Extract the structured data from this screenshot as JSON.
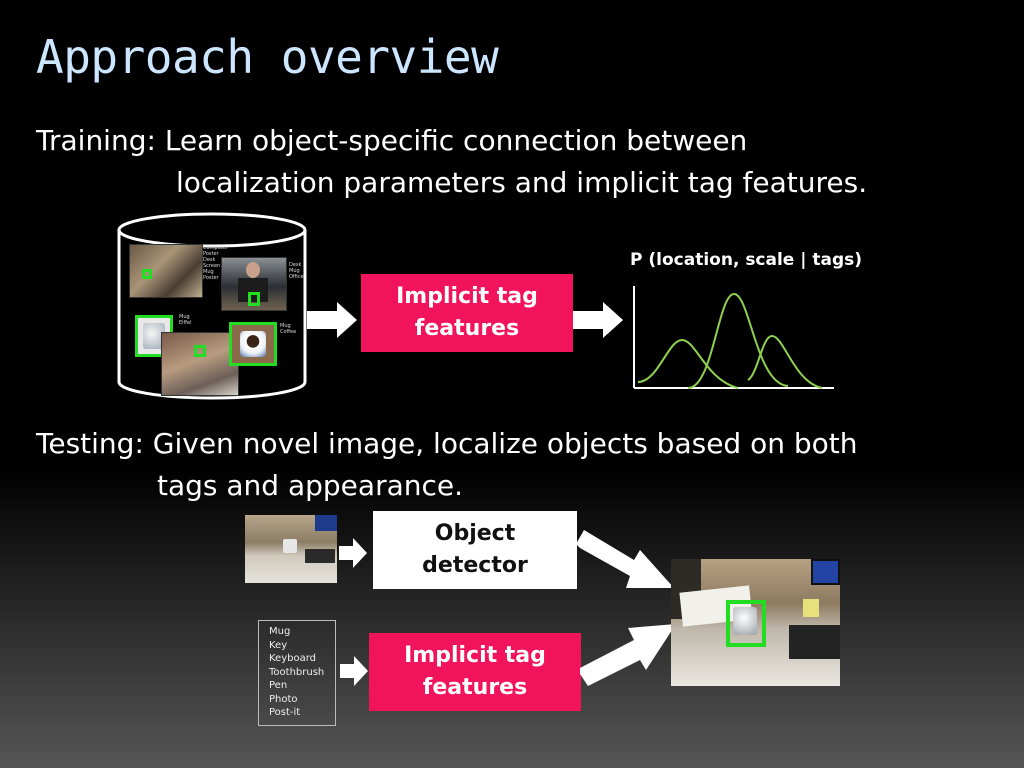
{
  "slide": {
    "title": "Approach overview",
    "training": {
      "line1": "Training:  Learn object-specific connection between",
      "line2": "localization parameters and implicit tag features."
    },
    "testing": {
      "line1": "Testing:  Given novel image, localize objects based on both",
      "line2": "tags and appearance."
    }
  },
  "database": {
    "photo_tags": [
      [
        "Computer",
        "Poster",
        "Desk",
        "Screen",
        "Mug",
        "Poster"
      ],
      [
        "Desk",
        "Mug",
        "Office"
      ],
      [
        "Mug",
        "Eiffel"
      ],
      [
        "Mug",
        "Coffee"
      ]
    ]
  },
  "training_box": {
    "line1": "Implicit tag",
    "line2": "features"
  },
  "plot": {
    "title": "P (location, scale | tags)",
    "curve_color": "#8fd14f"
  },
  "testing_detector": {
    "line1": "Object",
    "line2": "detector"
  },
  "testing_tagbox": {
    "line1": "Implicit tag",
    "line2": "features"
  },
  "test_tags": [
    "Mug",
    "Key",
    "Keyboard",
    "Toothbrush",
    "Pen",
    "Photo",
    "Post-it"
  ],
  "colors": {
    "accent_pink": "#f2135d",
    "title_blue": "#cde6ff",
    "box_green": "#22dd22"
  }
}
